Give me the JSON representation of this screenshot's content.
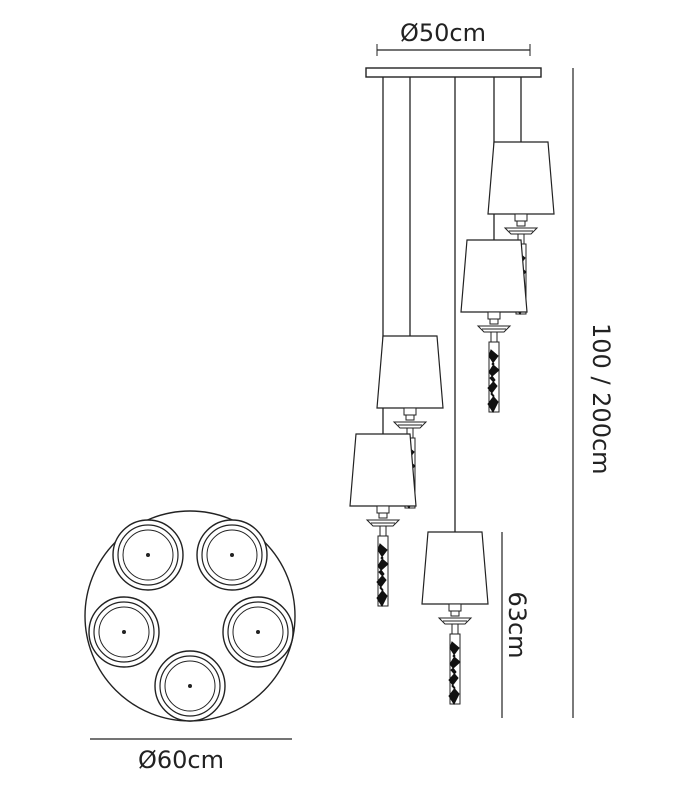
{
  "dimensions": {
    "canopy_diameter": "Ø50cm",
    "drop_height": "100 / 200cm",
    "lamp_height": "63cm",
    "cluster_diameter": "Ø60cm"
  },
  "colors": {
    "line": "#222222",
    "fill": "#ffffff",
    "crystal": "#111111"
  }
}
